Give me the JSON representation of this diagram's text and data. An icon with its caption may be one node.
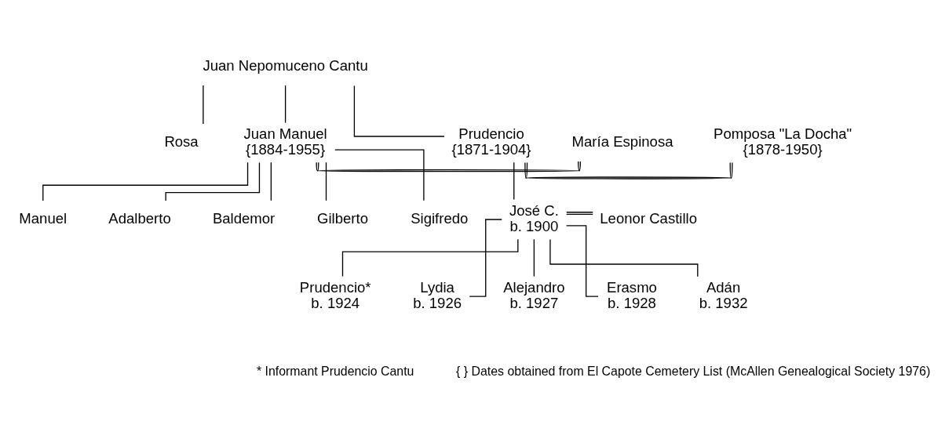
{
  "diagram": {
    "nodes": [
      {
        "text": [
          "Juan Nepomuceno Cantu"
        ]
      },
      {
        "text": [
          "Rosa"
        ]
      },
      {
        "text": [
          "Juan Manuel",
          "{1884-1955}"
        ]
      },
      {
        "text": [
          "María Espinosa"
        ]
      },
      {
        "text": [
          "Prudencio",
          "{1871-1904}"
        ]
      },
      {
        "text": [
          "Pomposa \"La Docha\"",
          "{1878-1950}"
        ]
      },
      {
        "text": [
          "Manuel"
        ]
      },
      {
        "text": [
          "Adalberto"
        ]
      },
      {
        "text": [
          "Baldemor"
        ]
      },
      {
        "text": [
          "Gilberto"
        ]
      },
      {
        "text": [
          "Sigifredo"
        ]
      },
      {
        "text": [
          "José C.",
          "b. 1900"
        ]
      },
      {
        "text": [
          "Leonor Castillo"
        ]
      },
      {
        "text": [
          "Prudencio*",
          "b. 1924"
        ]
      },
      {
        "text": [
          "Lydia",
          "b. 1926"
        ]
      },
      {
        "text": [
          "Alejandro",
          "b. 1927"
        ]
      },
      {
        "text": [
          "Erasmo",
          "b. 1928"
        ]
      },
      {
        "text": [
          "Adán",
          "b. 1932"
        ]
      }
    ],
    "edges": [
      {
        "from": 0,
        "to": 1,
        "arrow": "none"
      },
      {
        "from": 0,
        "to": 2,
        "arrow": "none"
      },
      {
        "from": 0,
        "to": 4,
        "arrow": "none"
      },
      {
        "from": 2,
        "to": 3,
        "arrow": "none"
      },
      {
        "from": 4,
        "to": 5,
        "arrow": "none"
      },
      {
        "from": 2,
        "to": 6,
        "arrow": "none"
      },
      {
        "from": 2,
        "to": 7,
        "arrow": "none"
      },
      {
        "from": 2,
        "to": 8,
        "arrow": "none"
      },
      {
        "from": 2,
        "to": 9,
        "arrow": "none"
      },
      {
        "from": 2,
        "to": 10,
        "arrow": "none"
      },
      {
        "from": 4,
        "to": 11,
        "arrow": "none"
      },
      {
        "from": 11,
        "to": 12,
        "arrow": "none"
      },
      {
        "from": 11,
        "to": 13,
        "arrow": "none"
      },
      {
        "from": 11,
        "to": 14,
        "arrow": "none"
      },
      {
        "from": 11,
        "to": 15,
        "arrow": "none"
      },
      {
        "from": 11,
        "to": 16,
        "arrow": "none"
      },
      {
        "from": 11,
        "to": 17,
        "arrow": "none"
      }
    ],
    "labels": [
      "* Informant Prudencio Cantu",
      "{ } Dates obtained from El Capote Cemetery List (McAllen Genealogical Society 1976)"
    ]
  }
}
